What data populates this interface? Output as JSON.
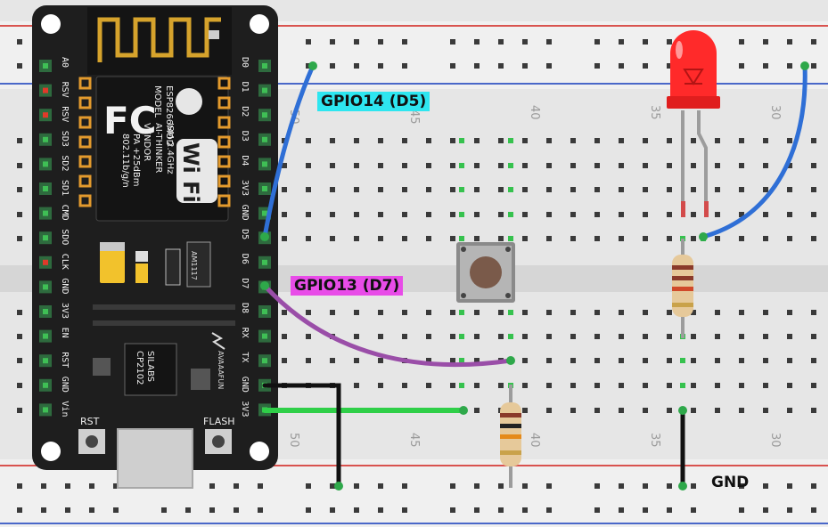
{
  "board": {
    "chip_brand": "FC",
    "module_text": [
      "MODEL",
      "ESP8266MOD",
      "VENDOR",
      "AI-THINKER",
      "ISM 2.4GHz",
      "PA +25dBm",
      "802.11b/g/n"
    ],
    "wifi_logo": "Wi Fi",
    "regulator": "AM1117",
    "usb_chip": [
      "SILABS",
      "CP2102"
    ],
    "maker": "AVAAAFUN",
    "rst_label": "RST",
    "flash_label": "FLASH",
    "left_pins": [
      "A0",
      "RSV",
      "RSV",
      "SD3",
      "SD2",
      "SD1",
      "CMD",
      "SDO",
      "CLK",
      "GND",
      "3V3",
      "EN",
      "RST",
      "GND",
      "Vin"
    ],
    "right_pins": [
      "D0",
      "D1",
      "D2",
      "D3",
      "D4",
      "3V3",
      "GND",
      "D5",
      "D6",
      "D7",
      "D8",
      "RX",
      "TX",
      "GND",
      "3V3"
    ]
  },
  "breadboard": {
    "column_numbers_top": [
      "50",
      "45",
      "40",
      "35",
      "30"
    ],
    "column_numbers_bottom": [
      "50",
      "45",
      "40",
      "35",
      "30"
    ]
  },
  "labels": {
    "gpio14": "GPIO14 (D5)",
    "gpio13": "GPIO13 (D7)",
    "gnd": "GND"
  },
  "colors": {
    "gpio14_bg": "#2ee6f0",
    "gpio13_bg": "#e84ce8",
    "wire_blue": "#2f6fd6",
    "wire_purple": "#9a4ea8",
    "wire_green": "#2fcf48",
    "wire_black": "#111111",
    "led_red": "#ff2a2a"
  }
}
